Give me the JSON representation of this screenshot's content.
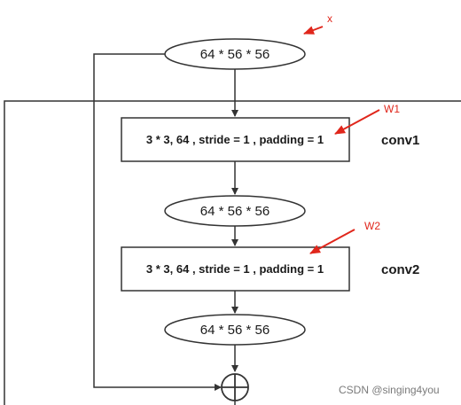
{
  "diagram": {
    "input_node": "64 * 56 * 56",
    "conv1": {
      "box_text": "3 * 3, 64 , stride = 1 , padding = 1",
      "label": "conv1"
    },
    "mid_node": "64 * 56 * 56",
    "conv2": {
      "box_text": "3 * 3, 64 , stride = 1 , padding = 1",
      "label": "conv2"
    },
    "output_node": "64 * 56 * 56",
    "annotations": {
      "x": "x",
      "w1": "W1",
      "w2": "W2"
    },
    "colors": {
      "line": "#333333",
      "annotation": "#e0261b"
    }
  },
  "watermark": "CSDN @singing4you"
}
